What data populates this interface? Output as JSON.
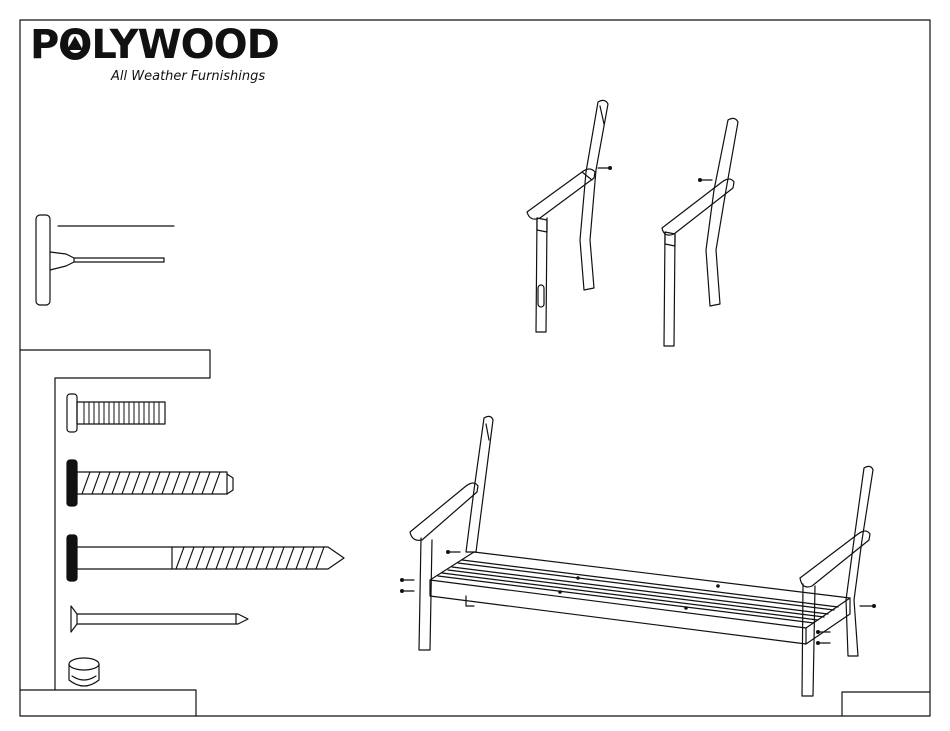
{
  "brand": {
    "name": "POLYWOOD",
    "registered": "®",
    "tagline": "All Weather Furnishings"
  },
  "colors": {
    "line": "#111111",
    "paper": "#ffffff"
  },
  "icons": {
    "tool": "t-handle-hex-key",
    "hardware": [
      "barrel-bolt",
      "lag-screw",
      "long-lag-screw",
      "pin",
      "cap-plug"
    ]
  }
}
